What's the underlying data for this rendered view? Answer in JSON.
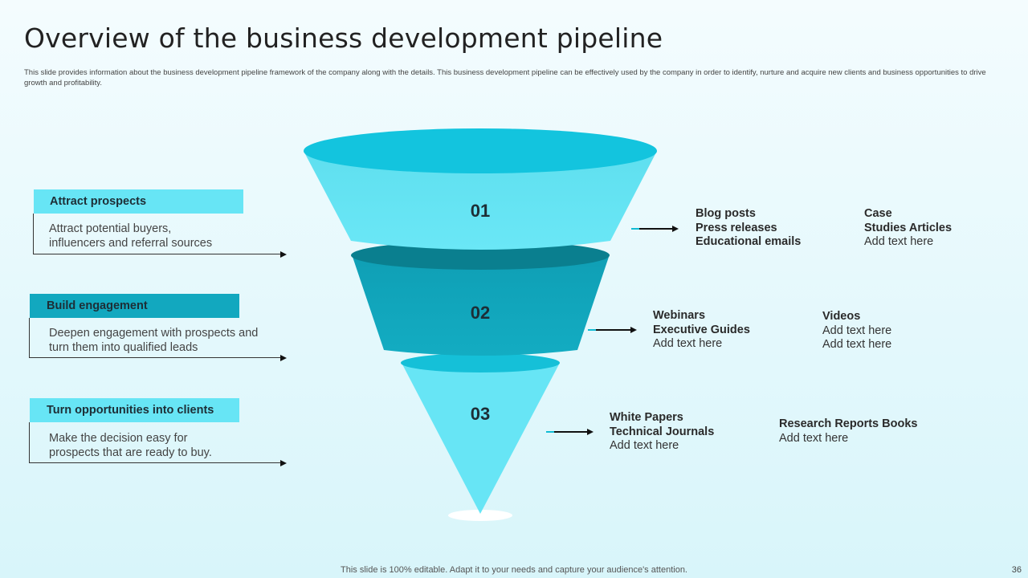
{
  "title": "Overview of the business development pipeline",
  "subtitle": "This slide provides information about the business development pipeline  framework of the company along with the details. This business development pipeline  can be effectively used by the company in  order to identify, nurture and acquire new clients and business opportunities to drive growth and profitability.",
  "stages": [
    {
      "label": "Attract prospects",
      "desc_1": "Attract potential buyers,",
      "desc_2": "influencers and referral sources",
      "number": "01"
    },
    {
      "label": "Build engagement",
      "desc_1": "Deepen engagement with prospects and",
      "desc_2": "turn them into qualified leads",
      "number": "02"
    },
    {
      "label": "Turn opportunities into clients",
      "desc_1": "Make the decision easy for",
      "desc_2": "prospects that are ready to buy.",
      "number": "03"
    }
  ],
  "content": [
    {
      "col1": {
        "l1": "Blog posts",
        "l2": "Press releases",
        "l3": "Educational emails"
      },
      "col2": {
        "l1": "Case",
        "l2": "Studies Articles",
        "l3": "Add text here"
      }
    },
    {
      "col1": {
        "l1": "Webinars",
        "l2": "Executive Guides",
        "l3": "Add text here"
      },
      "col2": {
        "l1": "Videos",
        "l2": "Add text here",
        "l3": "Add text here"
      }
    },
    {
      "col1": {
        "l1": "White Papers",
        "l2": "Technical Journals",
        "l3": "Add text here"
      },
      "col2": {
        "l1": "Research Reports Books",
        "l2": "Add text here"
      }
    }
  ],
  "footer": "This slide is 100% editable. Adapt it to your needs and capture your audience's attention.",
  "page_number": "36",
  "colors": {
    "accent_light": "#67e5f5",
    "accent_dark": "#12a8bf",
    "accent_top": "#13c4de",
    "accent_shadow": "#0a7f8f"
  }
}
